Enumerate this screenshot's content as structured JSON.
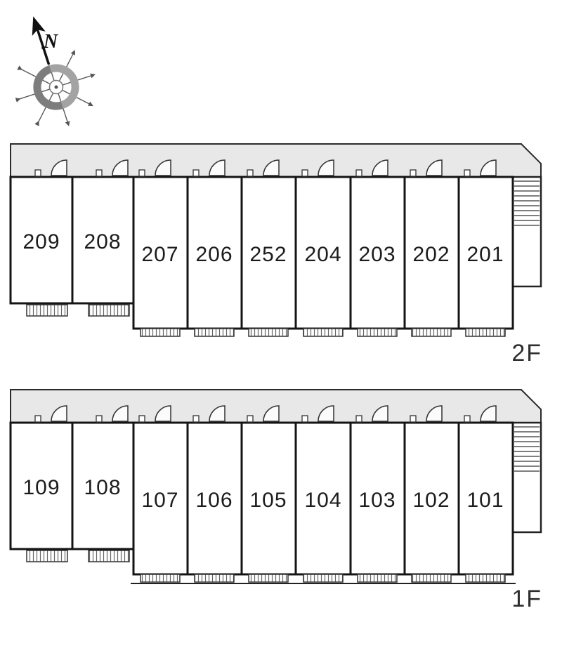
{
  "compass": {
    "north_label": "N"
  },
  "floors": [
    {
      "label": "2F",
      "rooms": [
        "209",
        "208",
        "207",
        "206",
        "252",
        "204",
        "203",
        "202",
        "201"
      ]
    },
    {
      "label": "1F",
      "rooms": [
        "109",
        "108",
        "107",
        "106",
        "105",
        "104",
        "103",
        "102",
        "101"
      ]
    }
  ],
  "colors": {
    "corridor_fill": "#e8e8e8",
    "wall": "#141414"
  }
}
